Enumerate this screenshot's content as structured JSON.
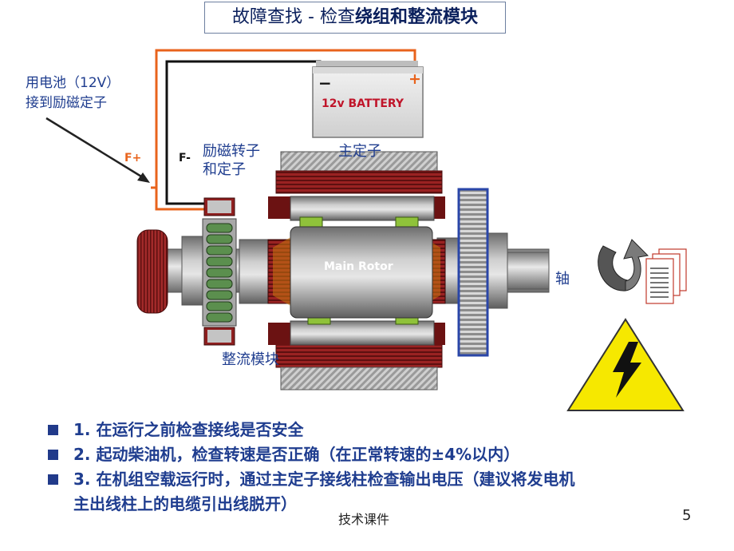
{
  "title": {
    "plain": "故障查找 - 检查",
    "bold": "绕组和整流模块"
  },
  "labels": {
    "battery_note_line1": "用电池（12V）",
    "battery_note_line2": "接到励磁定子",
    "f_plus": "F+",
    "f_minus": "F-",
    "exciter_line1": "励磁转子",
    "exciter_line2": "和定子",
    "main_stator": "主定子",
    "main_rotor": "Main Rotor",
    "shaft": "轴",
    "rectifier": "整流模块",
    "battery_text": "12v BATTERY",
    "battery_minus": "−",
    "battery_plus": "+"
  },
  "bullets": [
    {
      "number": "1.",
      "text": "在运行之前检查接线是否安全"
    },
    {
      "number": "2.",
      "text": "起动柴油机，检查转速是否正确（在正常转速的±4%以内）"
    },
    {
      "number": "3.",
      "text": "在机组空载运行时，通过主定子接线柱检查输出电压（建议将发电机",
      "continuation": "主出线柱上的电缆引出线脱开）"
    }
  ],
  "footer": "技术课件",
  "page_number": "5",
  "colors": {
    "wire_orange": "#e8631c",
    "wire_black": "#111111",
    "stator_red": "#8f1f1f",
    "title_blue": "#0a1f5c",
    "bullet_blue": "#1f3d8f",
    "warning_yellow": "#f6e800"
  }
}
